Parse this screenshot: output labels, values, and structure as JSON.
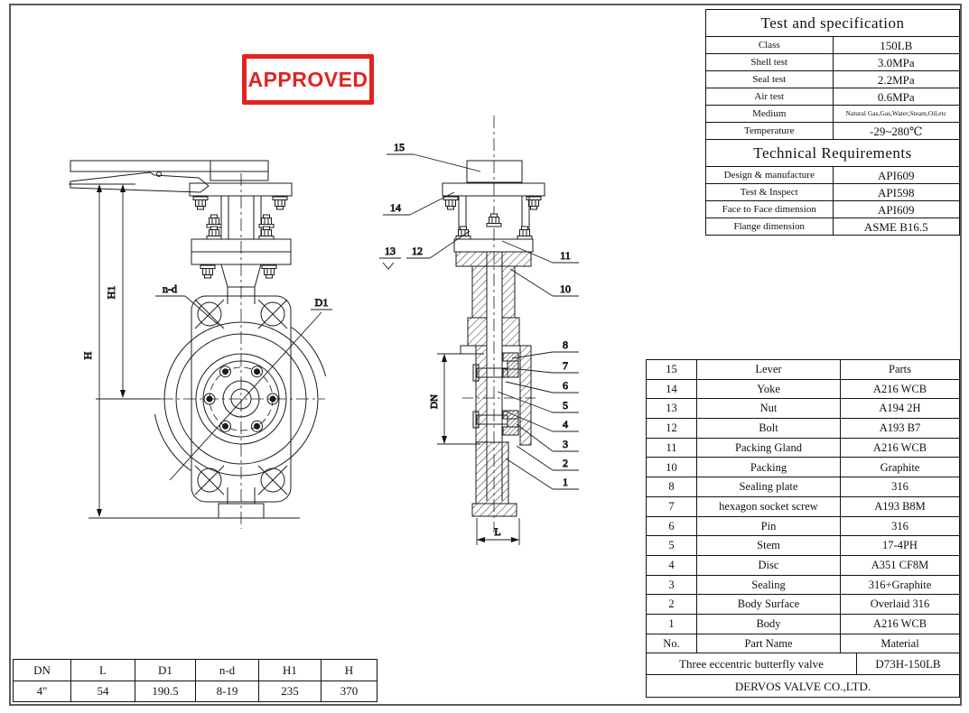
{
  "stamp": {
    "label": "APPROVED",
    "color": "#e02420"
  },
  "spec_table": {
    "title": "Test and specification",
    "rows": [
      {
        "label": "Class",
        "value": "150LB"
      },
      {
        "label": "Shell test",
        "value": "3.0MPa"
      },
      {
        "label": "Seal test",
        "value": "2.2MPa"
      },
      {
        "label": "Air test",
        "value": "0.6MPa"
      },
      {
        "label": "Medium",
        "value": "Natural Gas,Gas,Water,Steam,Oil,etc"
      },
      {
        "label": "Temperature",
        "value": "-29~280℃"
      }
    ]
  },
  "tech_table": {
    "title": "Technical Requirements",
    "rows": [
      {
        "label": "Design & manufacture",
        "value": "API609"
      },
      {
        "label": "Test & Inspect",
        "value": "API598"
      },
      {
        "label": "Face to Face dimension",
        "value": "API609"
      },
      {
        "label": "Flange dimension",
        "value": "ASME B16.5"
      }
    ]
  },
  "parts_table": {
    "rows": [
      {
        "no": "15",
        "name": "Lever",
        "material": "Parts"
      },
      {
        "no": "14",
        "name": "Yoke",
        "material": "A216 WCB"
      },
      {
        "no": "13",
        "name": "Nut",
        "material": "A194 2H"
      },
      {
        "no": "12",
        "name": "Bolt",
        "material": "A193 B7"
      },
      {
        "no": "11",
        "name": "Packing Gland",
        "material": "A216 WCB"
      },
      {
        "no": "10",
        "name": "Packing",
        "material": "Graphite"
      },
      {
        "no": "8",
        "name": "Sealing plate",
        "material": "316"
      },
      {
        "no": "7",
        "name": "hexagon socket screw",
        "material": "A193 B8M"
      },
      {
        "no": "6",
        "name": "Pin",
        "material": "316"
      },
      {
        "no": "5",
        "name": "Stem",
        "material": "17-4PH"
      },
      {
        "no": "4",
        "name": "Disc",
        "material": "A351 CF8M"
      },
      {
        "no": "3",
        "name": "Sealing",
        "material": "316+Graphite"
      },
      {
        "no": "2",
        "name": "Body Surface",
        "material": "Overlaid 316"
      },
      {
        "no": "1",
        "name": "Body",
        "material": "A216 WCB"
      },
      {
        "no": "No.",
        "name": "Part Name",
        "material": "Material"
      }
    ],
    "product_name": "Three eccentric butterfly valve",
    "model": "D73H-150LB",
    "company": "DERVOS VALVE CO.,LTD."
  },
  "dim_table": {
    "headers": [
      "DN",
      "L",
      "D1",
      "n-d",
      "H1",
      "H"
    ],
    "values": [
      "4\"",
      "54",
      "190.5",
      "8-19",
      "235",
      "370"
    ]
  },
  "front_view": {
    "labels": {
      "h": "H",
      "h1": "H1",
      "nd": "n-d",
      "d1": "D1"
    }
  },
  "section_view": {
    "labels": {
      "dn": "DN",
      "l": "L"
    },
    "callouts_left": [
      "15",
      "14",
      "13",
      "12"
    ],
    "callouts_right": [
      "11",
      "10",
      "8",
      "7",
      "6",
      "5",
      "4",
      "3",
      "2",
      "1"
    ]
  }
}
